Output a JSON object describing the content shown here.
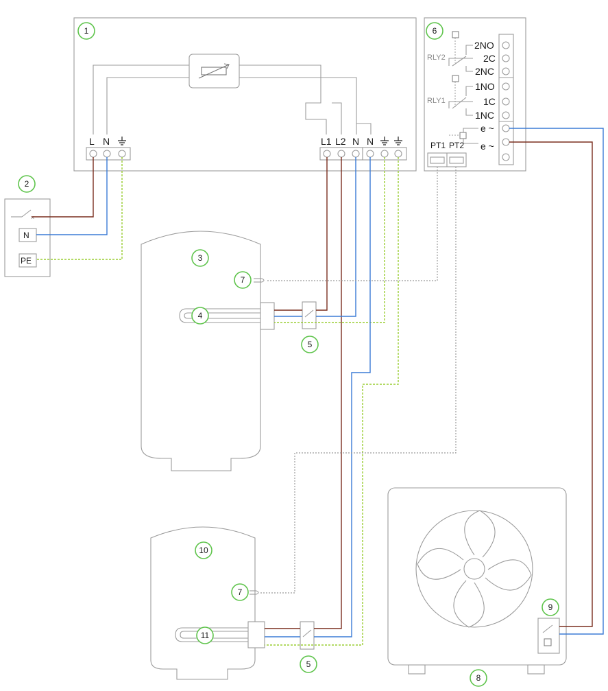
{
  "colors": {
    "live": "#7a2e1e",
    "neutral": "#3b7bd6",
    "earth": "#9acd32",
    "sensor": "#9b9b9b",
    "badge": "#5fc44c"
  },
  "callouts": [
    "1",
    "2",
    "3",
    "4",
    "5",
    "6",
    "7",
    "8",
    "9",
    "10",
    "11"
  ],
  "controller": {
    "input_terminals": [
      "L",
      "N"
    ],
    "output_terminals": [
      "L1",
      "L2",
      "N",
      "N"
    ]
  },
  "relay_board": {
    "relay2": "RLY2",
    "relay1": "RLY1",
    "terminals": [
      "2NO",
      "2C",
      "2NC",
      "1NO",
      "1C",
      "1NC",
      "e ~",
      "e ~"
    ],
    "sensor_ports": [
      "PT1",
      "PT2"
    ]
  },
  "isolator": {
    "neutral_label": "N",
    "earth_label": "PE"
  }
}
